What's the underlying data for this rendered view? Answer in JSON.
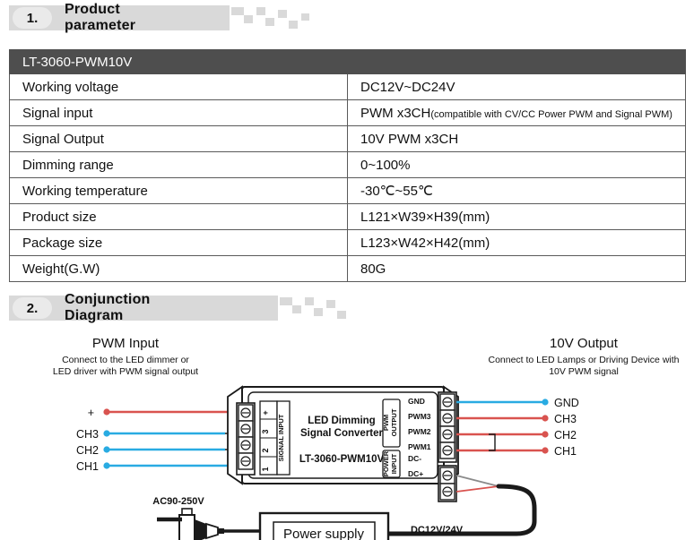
{
  "sections": [
    {
      "number": "1.",
      "title": "Product parameter"
    },
    {
      "number": "2.",
      "title": "Conjunction Diagram"
    }
  ],
  "spec_table": {
    "header": "LT-3060-PWM10V",
    "rows": [
      {
        "label": "Working voltage",
        "value": "DC12V~DC24V",
        "note": ""
      },
      {
        "label": "Signal input",
        "value": "PWM x3CH",
        "note": "(compatible with CV/CC Power PWM and Signal PWM)"
      },
      {
        "label": "Signal Output",
        "value": "10V PWM x3CH",
        "note": ""
      },
      {
        "label": "Dimming range",
        "value": "0~100%",
        "note": ""
      },
      {
        "label": "Working temperature",
        "value": "-30℃~55℃",
        "note": ""
      },
      {
        "label": "Product size",
        "value": "L121×W39×H39(mm)",
        "note": ""
      },
      {
        "label": "Package size",
        "value": "L123×W42×H42(mm)",
        "note": ""
      },
      {
        "label": "Weight(G.W)",
        "value": "80G",
        "note": ""
      }
    ]
  },
  "diagram": {
    "input_caption": {
      "title": "PWM  Input",
      "line1": "Connect to the LED dimmer or",
      "line2": "LED driver with PWM signal output"
    },
    "output_caption": {
      "title": "10V  Output",
      "line1": "Connect to LED Lamps or Driving Device with",
      "line2": "10V PWM signal"
    },
    "input_wires": [
      {
        "label": "+",
        "color": "#d9534f"
      },
      {
        "label": "CH3",
        "color": "#29abe2"
      },
      {
        "label": "CH2",
        "color": "#29abe2"
      },
      {
        "label": "CH1",
        "color": "#29abe2"
      }
    ],
    "output_wires": [
      {
        "label": "GND",
        "color": "#29abe2"
      },
      {
        "label": "CH3",
        "color": "#d9534f"
      },
      {
        "label": "CH2",
        "color": "#d9534f"
      },
      {
        "label": "CH1",
        "color": "#d9534f"
      }
    ],
    "device": {
      "name_line1": "LED Dimming",
      "name_line2": "Signal Converter",
      "model": "LT-3060-PWM10V",
      "signal_input_label": "SIGNAL INPUT",
      "signal_input_terminals": [
        "+",
        "3",
        "2",
        "1"
      ],
      "pwm_output_label": "PWM OUTPUT",
      "pwm_output_pins": [
        "GND",
        "PWM3",
        "PWM2",
        "PWM1"
      ],
      "power_input_label": "POWER INPUT",
      "power_input_pins": [
        "DC-",
        "DC+"
      ]
    },
    "power_supply": {
      "ac_label": "AC90-250V",
      "box_label": "Power  supply",
      "dc_label": "DC12V/24V"
    }
  },
  "colors": {
    "header_bar": "#d9d9d9",
    "table_header": "#4e4e4e",
    "wire_red": "#d9534f",
    "wire_blue": "#29abe2",
    "line": "#1a1a1a"
  }
}
